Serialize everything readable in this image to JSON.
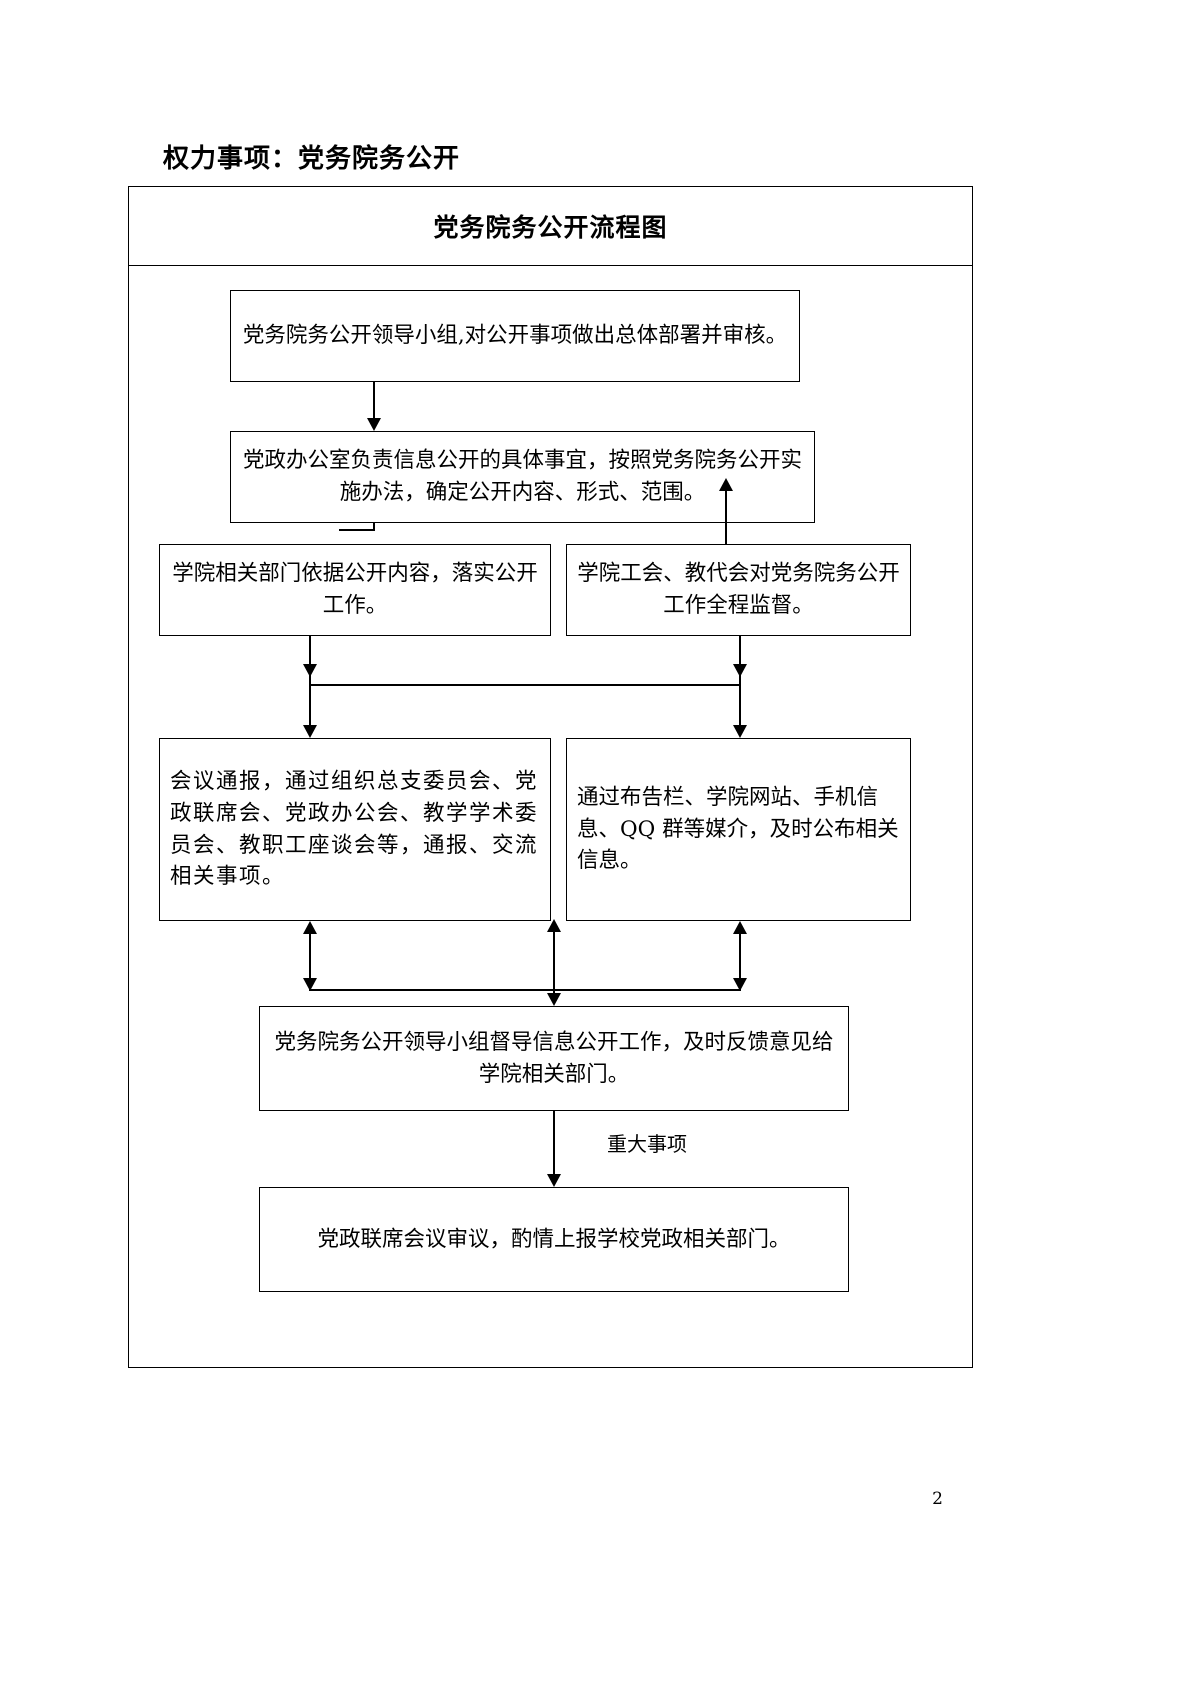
{
  "document": {
    "title": "权力事项：党务院务公开",
    "page_number": "2"
  },
  "chart": {
    "header_title": "党务院务公开流程图",
    "edge_labels": {
      "major_matters": "重大事项"
    },
    "nodes": [
      {
        "id": "leading-group-deploy",
        "text": "党务院务公开领导小组,对公开事项做出总体部署并审核。"
      },
      {
        "id": "party-admin-office",
        "text": "党政办公室负责信息公开的具体事宜，按照党务院务公开实施办法，确定公开内容、形式、范围。"
      },
      {
        "id": "departments-implement",
        "text": "学院相关部门依据公开内容，落实公开工作。"
      },
      {
        "id": "union-supervision",
        "text": "学院工会、教代会对党务院务公开工作全程监督。"
      },
      {
        "id": "meeting-briefing",
        "text": "会议通报，通过组织总支委员会、党政联席会、党政办公会、教学学术委员会、教职工座谈会等，通报、交流相关事项。"
      },
      {
        "id": "media-publication",
        "text": "通过布告栏、学院网站、手机信息、QQ 群等媒介，及时公布相关信息。"
      },
      {
        "id": "leading-group-oversight",
        "text": "党务院务公开领导小组督导信息公开工作，及时反馈意见给学院相关部门。"
      },
      {
        "id": "joint-meeting-review",
        "text": "党政联席会议审议，酌情上报学校党政相关部门。"
      }
    ]
  }
}
